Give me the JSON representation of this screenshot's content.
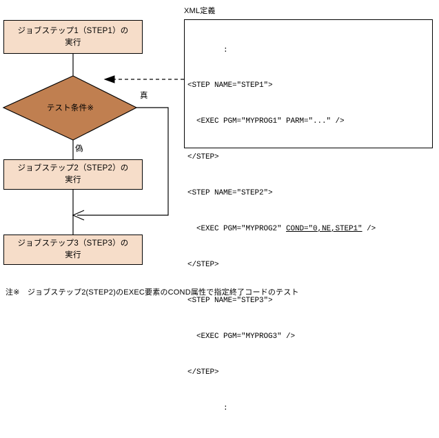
{
  "figure": {
    "flow": {
      "nodes": [
        {
          "id": "step1",
          "shape": "process",
          "label": "ジョブステップ1（STEP1）の\n実行"
        },
        {
          "id": "test",
          "shape": "decision",
          "label": "テスト条件※"
        },
        {
          "id": "step2",
          "shape": "process",
          "label": "ジョブステップ2（STEP2）の\n実行"
        },
        {
          "id": "step3",
          "shape": "process",
          "label": "ジョブステップ3（STEP3）の\n実行"
        }
      ],
      "branch_labels": {
        "true": "真",
        "false": "偽"
      }
    },
    "xml_panel": {
      "title": "XML定義",
      "lines": [
        "        :",
        "<STEP NAME=\"STEP1\">",
        "  <EXEC PGM=\"MYPROG1\" PARM=\"...\" />",
        "</STEP>",
        "<STEP NAME=\"STEP2\">",
        "  <EXEC PGM=\"MYPROG2\" COND=\"0,NE,STEP1\" />",
        "</STEP>",
        "<STEP NAME=\"STEP3\">",
        "  <EXEC PGM=\"MYPROG3\" />",
        "</STEP>",
        "        :"
      ],
      "underlined_fragment": "COND=\"0,NE,STEP1\""
    },
    "footnote": "注※　ジョブステップ2(STEP2)のEXEC要素のCOND属性で指定終了コードのテスト",
    "colors": {
      "process_fill": "#f6ddc9",
      "decision_fill": "#c07f50",
      "stroke": "#000000",
      "background": "#ffffff"
    }
  }
}
